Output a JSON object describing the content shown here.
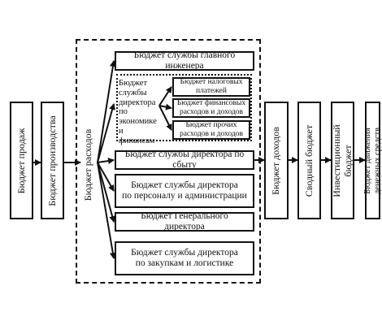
{
  "diagram": {
    "budgets": {
      "sales": "Бюджет продаж",
      "production": "Бюджет производства",
      "expenses": "Бюджет расходов",
      "income": "Бюджет доходов",
      "summary": "Сводный бюджет",
      "investment_line1": "Инвестиционный",
      "investment_line2": "бюджет",
      "cashflow_line1": "Бюджет движения",
      "cashflow_line2": "денежных средств"
    },
    "expense_items": {
      "chief_engineer": "Бюджет службы главного инженера",
      "econ_director_line1": "Бюджет",
      "econ_director_line2": "службы",
      "econ_director_line3": "директора",
      "econ_director_line4": "по экономике",
      "econ_director_line5": "и финансам",
      "tax_line1": "Бюджет налоговых",
      "tax_line2": "платежей",
      "finance_line1": "Бюджет финансовых",
      "finance_line2": "расходов и доходов",
      "other_line1": "Бюджет прочих",
      "other_line2": "расходов и доходов",
      "sales_director": "Бюджет службы директора по сбыту",
      "hr_line1": "Бюджет службы директора",
      "hr_line2": "по персоналу и администрации",
      "general_director": "Бюджет Генерального директора",
      "procurement_line1": "Бюджет службы директора",
      "procurement_line2": "по закупкам и логистике"
    }
  }
}
